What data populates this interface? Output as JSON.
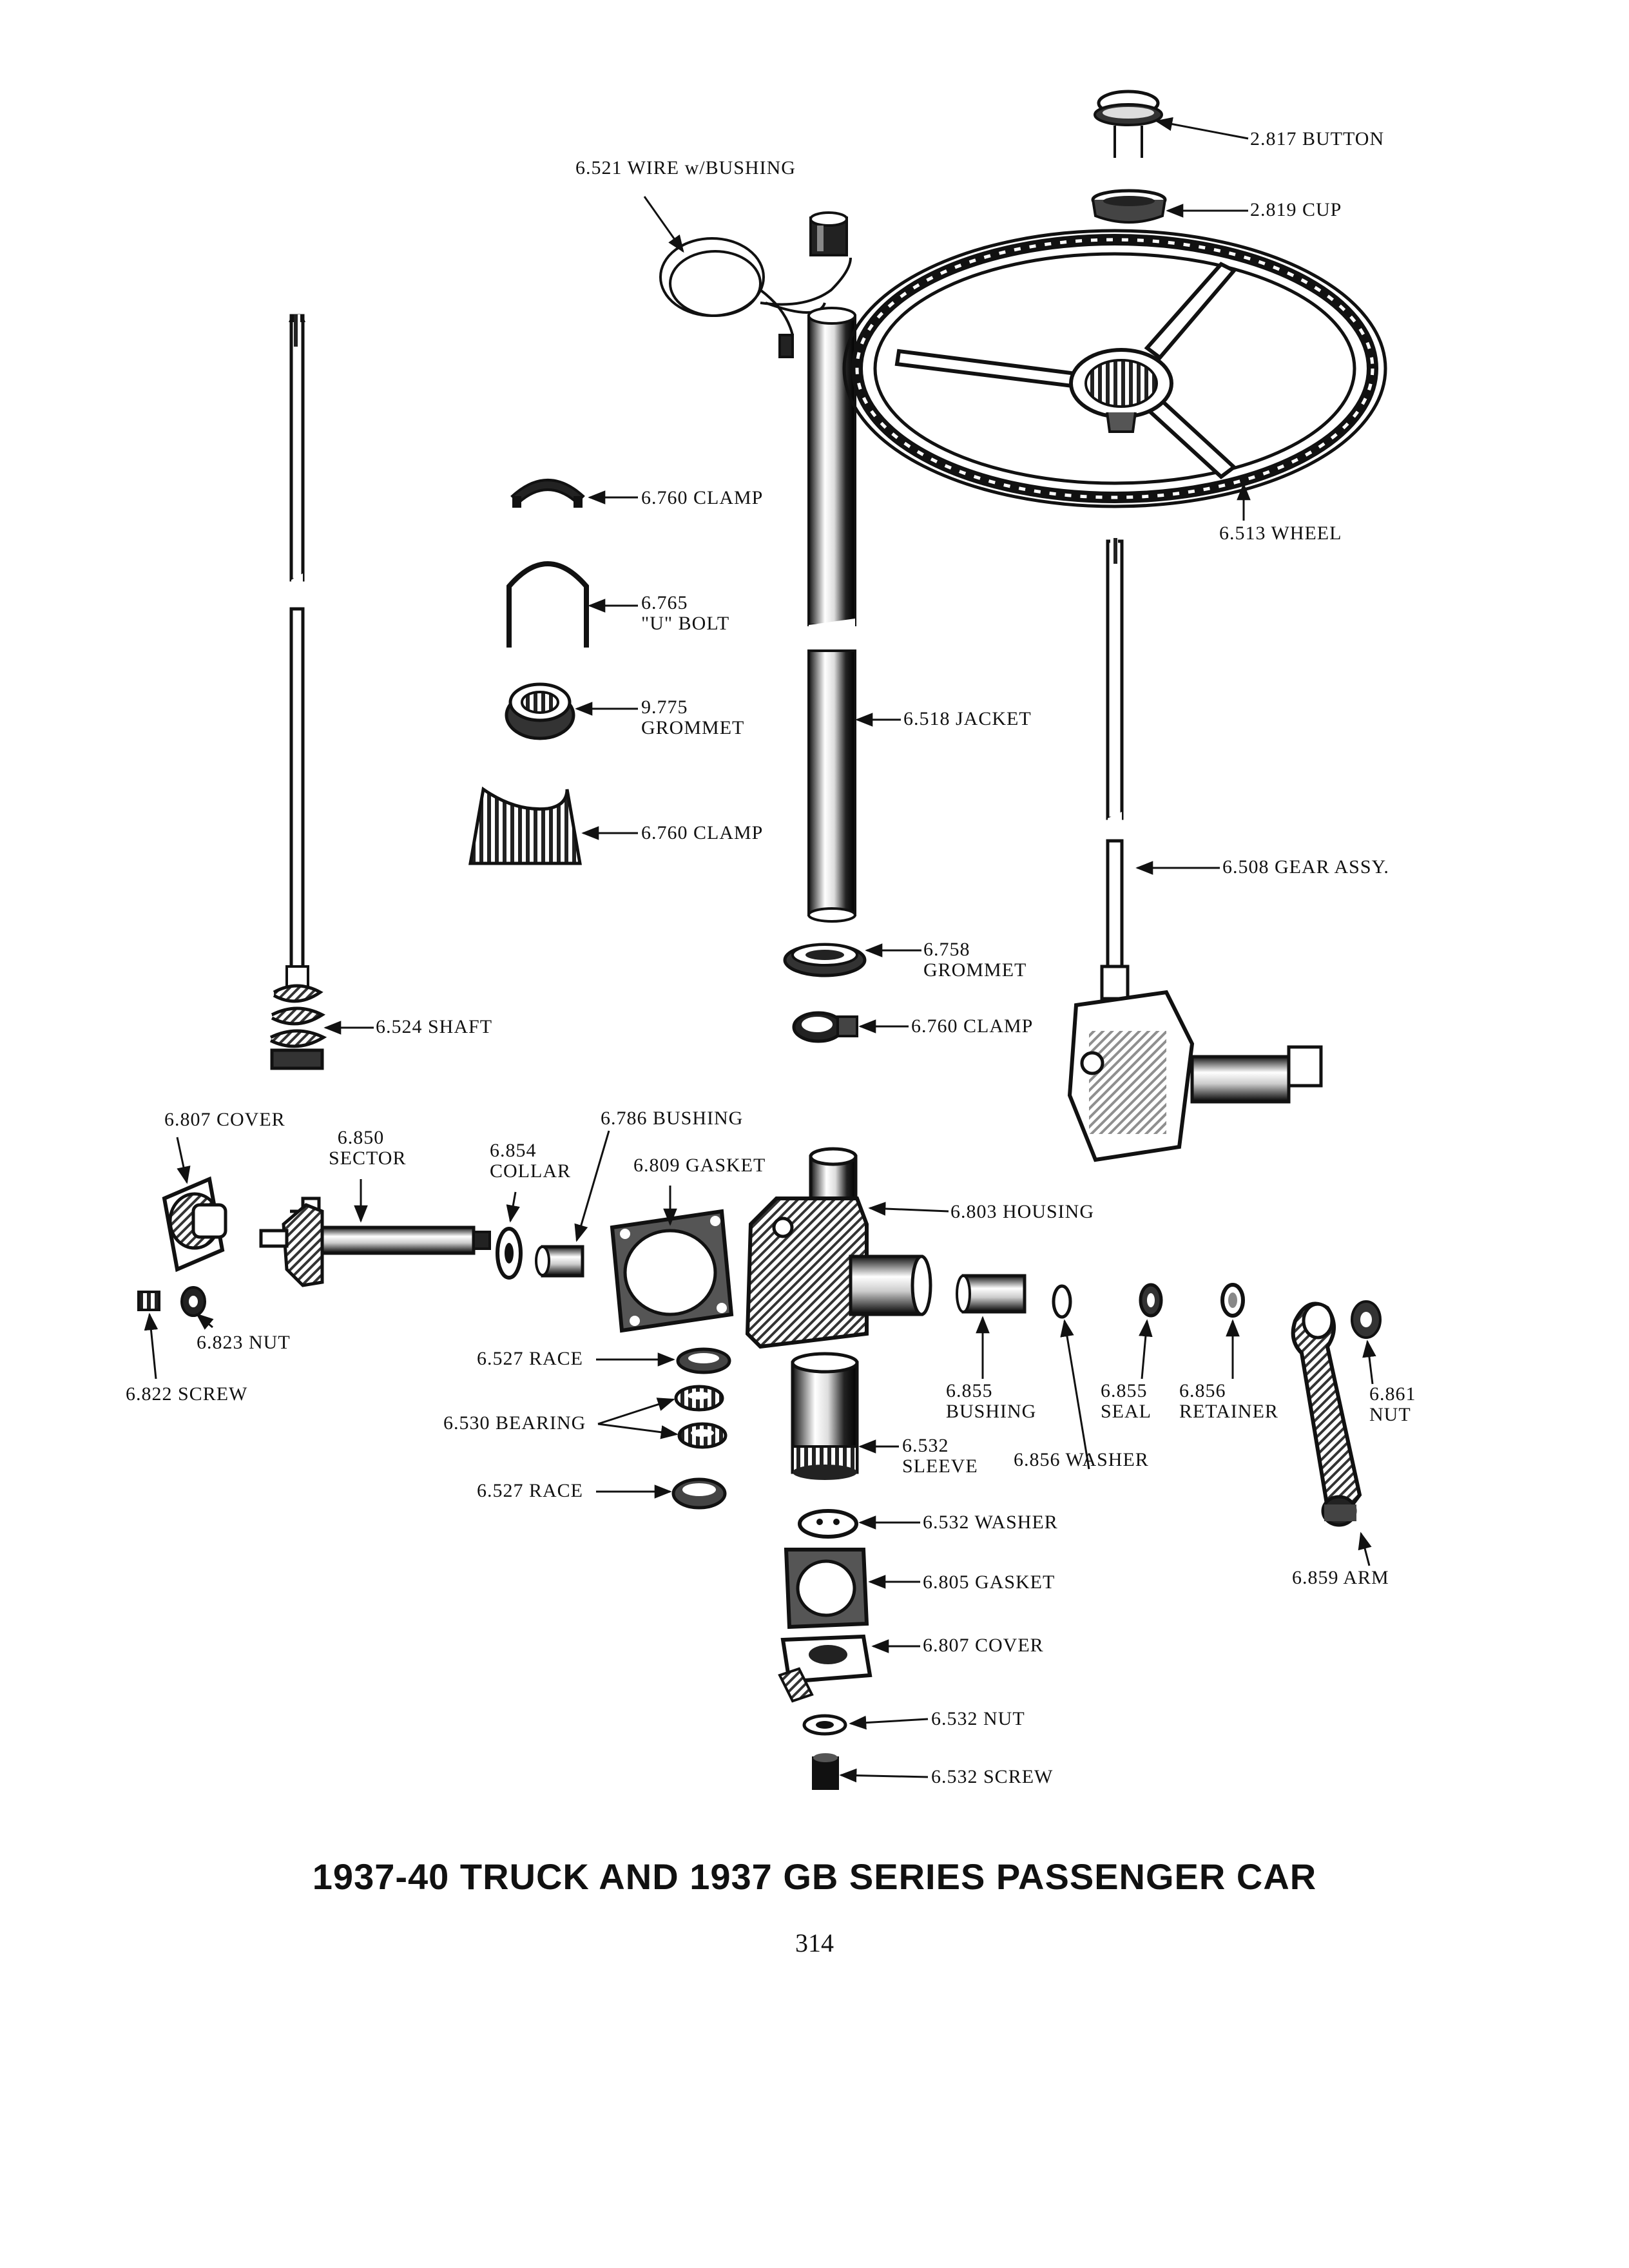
{
  "title": "1937-40 TRUCK AND 1937 GB SERIES PASSENGER CAR",
  "page_number": "314",
  "callouts": {
    "button": [
      "2.817 BUTTON"
    ],
    "cup": [
      "2.819 CUP"
    ],
    "wire": [
      "6.521 WIRE w/BUSHING"
    ],
    "clamp_top": [
      "6.760 CLAMP"
    ],
    "u_bolt": [
      "6.765",
      "\"U\" BOLT"
    ],
    "grommet_9775": [
      "9.775",
      "GROMMET"
    ],
    "clamp_mid": [
      "6.760 CLAMP"
    ],
    "jacket": [
      "6.518 JACKET"
    ],
    "wheel": [
      "6.513 WHEEL"
    ],
    "gear_assy": [
      "6.508 GEAR ASSY."
    ],
    "grommet_6758": [
      "6.758",
      "GROMMET"
    ],
    "clamp_low": [
      "6.760 CLAMP"
    ],
    "shaft": [
      "6.524 SHAFT"
    ],
    "cover_left": [
      "6.807 COVER"
    ],
    "sector": [
      "6.850",
      "SECTOR"
    ],
    "collar": [
      "6.854",
      "COLLAR"
    ],
    "bushing_6786": [
      "6.786 BUSHING"
    ],
    "gasket_6809": [
      "6.809 GASKET"
    ],
    "housing": [
      "6.803 HOUSING"
    ],
    "nut_6823": [
      "6.823 NUT"
    ],
    "screw_6822": [
      "6.822 SCREW"
    ],
    "race_top": [
      "6.527 RACE"
    ],
    "bearing": [
      "6.530 BEARING"
    ],
    "race_bottom": [
      "6.527 RACE"
    ],
    "sleeve": [
      "6.532",
      "SLEEVE"
    ],
    "bushing_6855": [
      "6.855",
      "BUSHING"
    ],
    "washer_6856": [
      "6.856 WASHER"
    ],
    "seal": [
      "6.855",
      "SEAL"
    ],
    "retainer": [
      "6.856",
      "RETAINER"
    ],
    "nut_6861": [
      "6.861",
      "NUT"
    ],
    "arm": [
      "6.859 ARM"
    ],
    "washer_6532": [
      "6.532 WASHER"
    ],
    "gasket_6805": [
      "6.805 GASKET"
    ],
    "cover_bottom": [
      "6.807 COVER"
    ],
    "nut_6532": [
      "6.532 NUT"
    ],
    "screw_6532": [
      "6.532 SCREW"
    ]
  }
}
